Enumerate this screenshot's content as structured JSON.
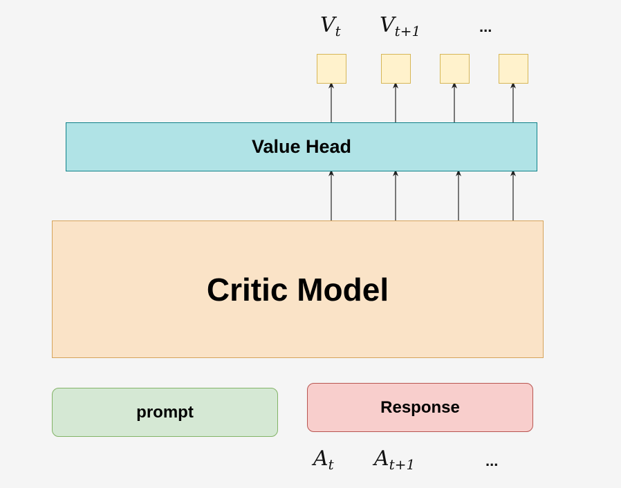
{
  "diagram": {
    "value_head_label": "Value Head",
    "critic_label": "Critic Model",
    "prompt_label": "prompt",
    "response_label": "Response",
    "outputs": [
      {
        "base": "V",
        "sub": "t"
      },
      {
        "base": "V",
        "sub": "t+1"
      }
    ],
    "outputs_ellipsis": "...",
    "inputs": [
      {
        "base": "A",
        "sub": "t"
      },
      {
        "base": "A",
        "sub": "t+1"
      }
    ],
    "inputs_ellipsis": "...",
    "colors": {
      "value_head_fill": "#b0e3e6",
      "critic_fill": "#fae3c7",
      "prompt_fill": "#d5e8d4",
      "response_fill": "#f8cecc",
      "output_fill": "#fff2cc"
    }
  }
}
